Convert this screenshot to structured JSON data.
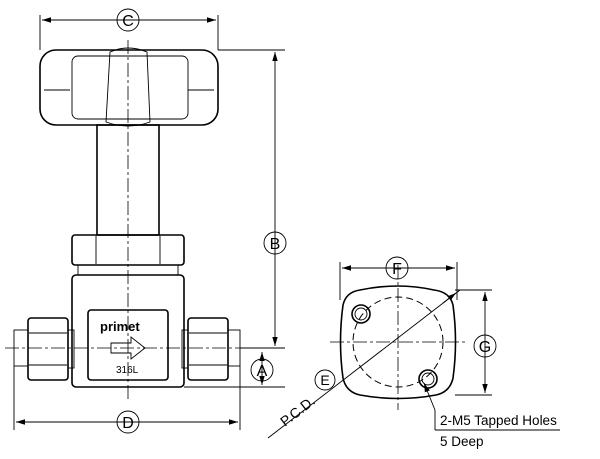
{
  "dimensions": {
    "a": "A",
    "b": "B",
    "c": "C",
    "d": "D",
    "e": "E",
    "f": "F",
    "g": "G"
  },
  "labels": {
    "pcd": "P.C.D.",
    "brand": "primet",
    "material": "316L",
    "holes_line1": "2-M5 Tapped Holes",
    "holes_line2": "5 Deep"
  }
}
